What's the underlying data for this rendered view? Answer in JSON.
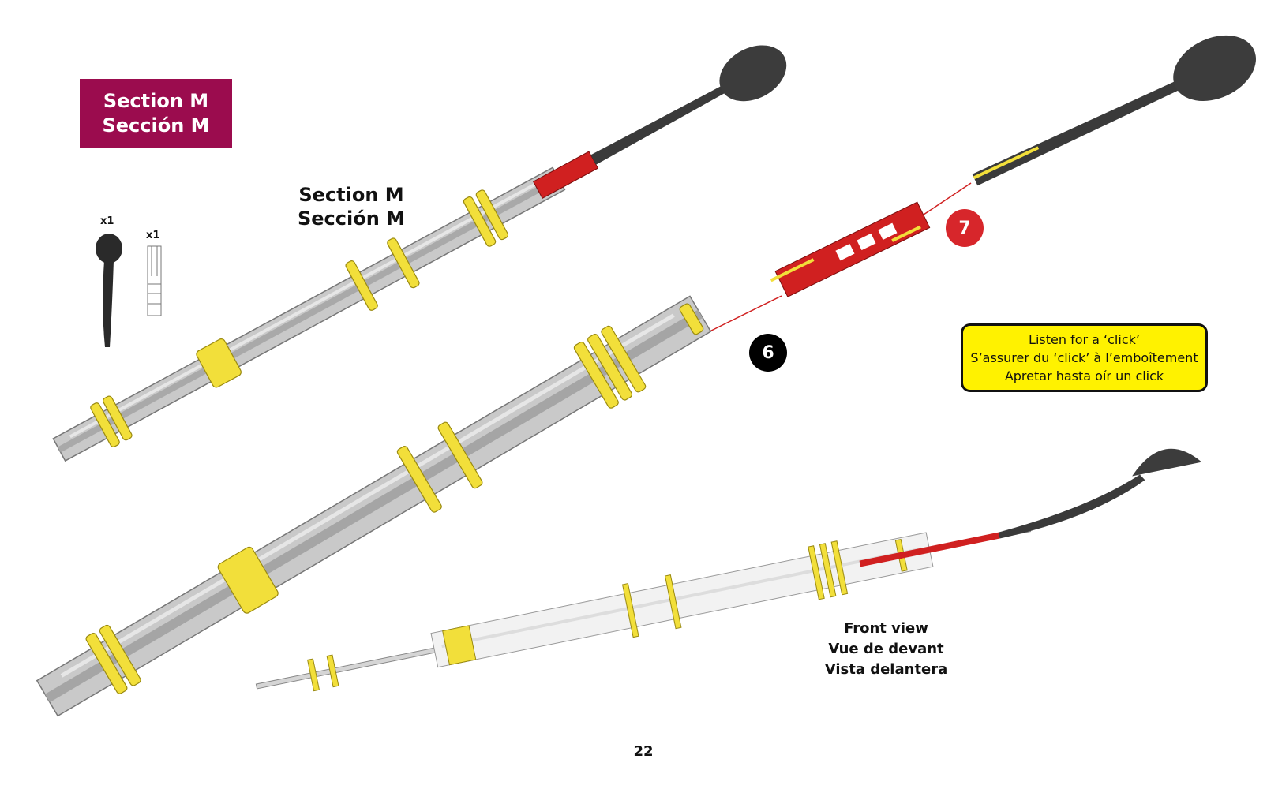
{
  "section_box": {
    "line1": "Section M",
    "line2": "Sección M"
  },
  "section_label": {
    "line1": "Section M",
    "line2": "Sección M"
  },
  "parts": [
    {
      "name": "ladle",
      "qty": "x1"
    },
    {
      "name": "connector",
      "qty": "x1"
    }
  ],
  "steps": [
    {
      "number": "6",
      "color": "#000000"
    },
    {
      "number": "7",
      "color": "#d7262b"
    }
  ],
  "note": {
    "line1": "Listen for a ‘click’",
    "line2": "S’assurer du ‘click’ à l’emboîtement",
    "line3": "Apretar hasta oír un click"
  },
  "front_view": {
    "line1": "Front view",
    "line2": "Vue de devant",
    "line3": "Vista delantera"
  },
  "page_number": "22",
  "colors": {
    "section": "#9b0c4e",
    "note_bg": "#fff200",
    "rods": "#c8c8c8",
    "rings": "#f2df3a",
    "red_part": "#d02020",
    "ladle": "#3a3a3a"
  }
}
